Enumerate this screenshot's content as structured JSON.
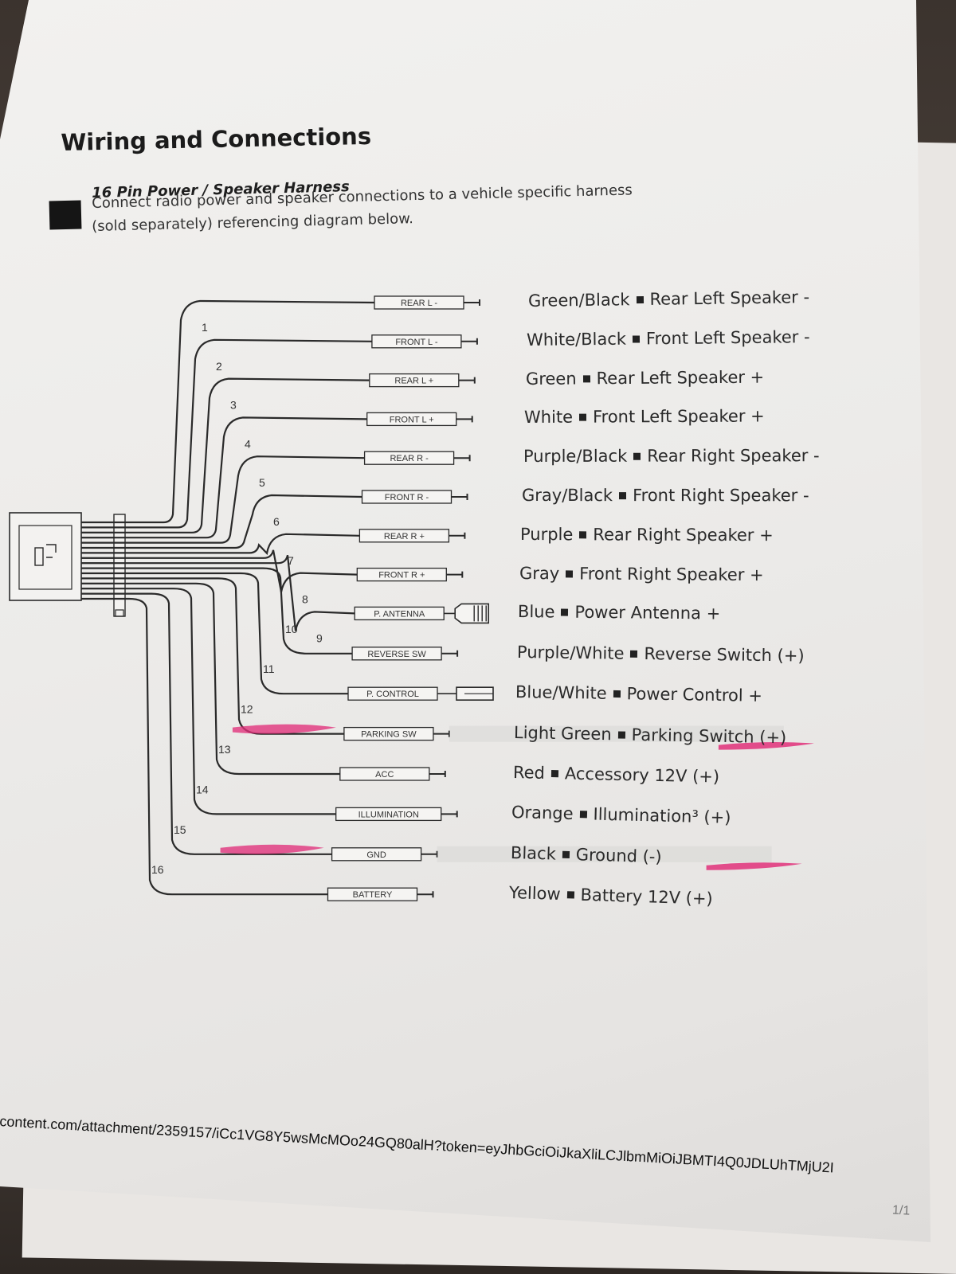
{
  "page": {
    "title": "Wiring and Connections",
    "section_heading": "16 Pin Power / Speaker Harness",
    "section_description_lines": [
      "Connect radio power and speaker connections to a vehicle specific harness",
      "(sold  separately) referencing diagram below."
    ]
  },
  "harness": {
    "wires": [
      {
        "pin": "1",
        "tag": "REAR L -",
        "color_name": "Green/Black",
        "function": "Rear Left Speaker -",
        "terminal": "plain",
        "highlighted": false
      },
      {
        "pin": "2",
        "tag": "FRONT L -",
        "color_name": "White/Black",
        "function": "Front Left Speaker -",
        "terminal": "plain",
        "highlighted": false
      },
      {
        "pin": "3",
        "tag": "REAR L +",
        "color_name": "Green",
        "function": "Rear Left Speaker +",
        "terminal": "plain",
        "highlighted": false
      },
      {
        "pin": "4",
        "tag": "FRONT L +",
        "color_name": "White",
        "function": "Front Left Speaker +",
        "terminal": "plain",
        "highlighted": false
      },
      {
        "pin": "5",
        "tag": "REAR R -",
        "color_name": "Purple/Black",
        "function": "Rear Right Speaker -",
        "terminal": "plain",
        "highlighted": false
      },
      {
        "pin": "6",
        "tag": "FRONT R -",
        "color_name": "Gray/Black",
        "function": "Front Right Speaker -",
        "terminal": "plain",
        "highlighted": false
      },
      {
        "pin": "7",
        "tag": "REAR R +",
        "color_name": "Purple",
        "function": "Rear Right Speaker +",
        "terminal": "plain",
        "highlighted": false
      },
      {
        "pin": "8",
        "tag": "FRONT R +",
        "color_name": "Gray",
        "function": "Front Right Speaker +",
        "terminal": "plain",
        "highlighted": false
      },
      {
        "pin": "9",
        "tag": "P. ANTENNA",
        "color_name": "Blue",
        "function": "Power Antenna +",
        "terminal": "antenna-plug",
        "highlighted": false
      },
      {
        "pin": "10",
        "tag": "REVERSE SW",
        "color_name": "Purple/White",
        "function": "Reverse Switch (+)",
        "terminal": "plain",
        "highlighted": false
      },
      {
        "pin": "11",
        "tag": "P. CONTROL",
        "color_name": "Blue/White",
        "function": "Power Control +",
        "terminal": "bullet-plug",
        "highlighted": false
      },
      {
        "pin": "12",
        "tag": "PARKING SW",
        "color_name": "Light Green",
        "function": "Parking Switch (+)",
        "terminal": "plain",
        "highlighted": true
      },
      {
        "pin": "13",
        "tag": "ACC",
        "color_name": "Red",
        "function": "Accessory 12V (+)",
        "terminal": "plain",
        "highlighted": false
      },
      {
        "pin": "14",
        "tag": "ILLUMINATION",
        "color_name": "Orange",
        "function": "Illumination³ (+)",
        "terminal": "plain",
        "highlighted": false
      },
      {
        "pin": "15",
        "tag": "GND",
        "color_name": "Black",
        "function": "Ground (-)",
        "terminal": "plain",
        "highlighted": true
      },
      {
        "pin": "16",
        "tag": "BATTERY",
        "color_name": "Yellow",
        "function": "Battery 12V (+)",
        "terminal": "plain",
        "highlighted": false
      }
    ]
  },
  "colors": {
    "paper": "#eeedeb",
    "ink": "#2a2a2a",
    "highlighter": "#e0307a",
    "background": "#4a403a"
  },
  "footer": {
    "url_text": "content.com/attachment/2359157/iCc1VG8Y5wsMcMOo24GQ80alH?token=eyJhbGciOiJkaXliLCJlbmMiOiJBMTI4Q0JDLUhTMjU2I",
    "corner_text": "1/1"
  }
}
